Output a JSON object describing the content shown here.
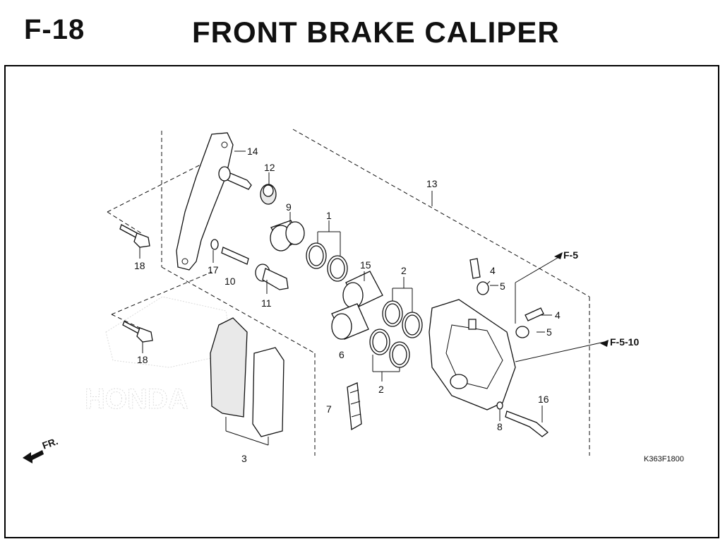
{
  "header": {
    "code": "F-18",
    "title": "FRONT BRAKE CALIPER"
  },
  "diagram": {
    "callouts": {
      "p1": "1",
      "p2a": "2",
      "p2b": "2",
      "p3": "3",
      "p4a": "4",
      "p4b": "4",
      "p5a": "5",
      "p5b": "5",
      "p6": "6",
      "p7": "7",
      "p8": "8",
      "p9": "9",
      "p10": "10",
      "p11": "11",
      "p12": "12",
      "p13": "13",
      "p14": "14",
      "p15": "15",
      "p16": "16",
      "p17": "17",
      "p18a": "18",
      "p18b": "18"
    },
    "references": {
      "ref_f5": "F-5",
      "ref_f510": "F-5-10"
    },
    "direction_label": "FR.",
    "figure_code": "K363F1800",
    "watermark": "HONDA"
  }
}
